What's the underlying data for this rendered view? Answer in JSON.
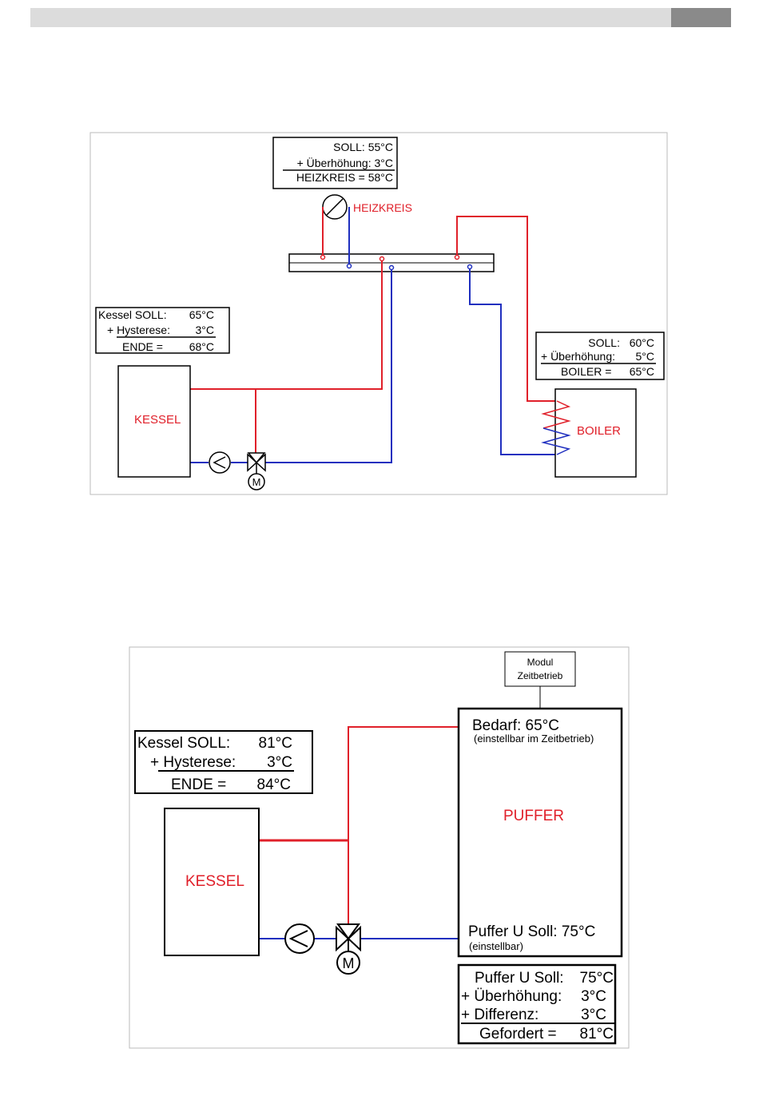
{
  "diagram1": {
    "heizkreis_box": {
      "line1": "SOLL: 55°C",
      "line2": "+ Überhöhung:  3°C",
      "line3": "HEIZKREIS = 58°C"
    },
    "heizkreis_label": "HEIZKREIS",
    "kessel_box": {
      "row1_label": "Kessel SOLL:",
      "row1_value": "65°C",
      "row2_label": "+ Hysterese:",
      "row2_value": "3°C",
      "row3_label": "ENDE =",
      "row3_value": "68°C"
    },
    "boiler_box": {
      "row1_label": "SOLL:",
      "row1_value": "60°C",
      "row2_label": "+ Überhöhung:",
      "row2_value": "5°C",
      "row3_label": "BOILER =",
      "row3_value": "65°C"
    },
    "kessel_label": "KESSEL",
    "boiler_label": "BOILER",
    "motor_label": "M"
  },
  "diagram2": {
    "modul_box": {
      "line1": "Modul",
      "line2": "Zeitbetrieb"
    },
    "kessel_box": {
      "row1_label": "Kessel SOLL:",
      "row1_value": "81°C",
      "row2_label": "+ Hysterese:",
      "row2_value": "3°C",
      "row3_label": "ENDE =",
      "row3_value": "84°C"
    },
    "kessel_label": "KESSEL",
    "puffer_label": "PUFFER",
    "bedarf": "Bedarf: 65°C",
    "bedarf_note": "(einstellbar im Zeitbetrieb)",
    "puffer_u_soll": "Puffer U Soll: 75°C",
    "puffer_u_note": "(einstellbar)",
    "gefordert_box": {
      "row1_label": "Puffer U Soll:",
      "row1_value": "75°C",
      "row2_label": "+ Überhöhung:",
      "row2_value": "3°C",
      "row3_label": "+ Differenz:",
      "row3_value": "3°C",
      "row4_label": "Gefordert =",
      "row4_value": "81°C"
    },
    "motor_label": "M"
  },
  "colors": {
    "hot": "#e0202a",
    "cold": "#1f2fbf",
    "frame": "#000000",
    "panel_border": "#bbbbbb"
  }
}
